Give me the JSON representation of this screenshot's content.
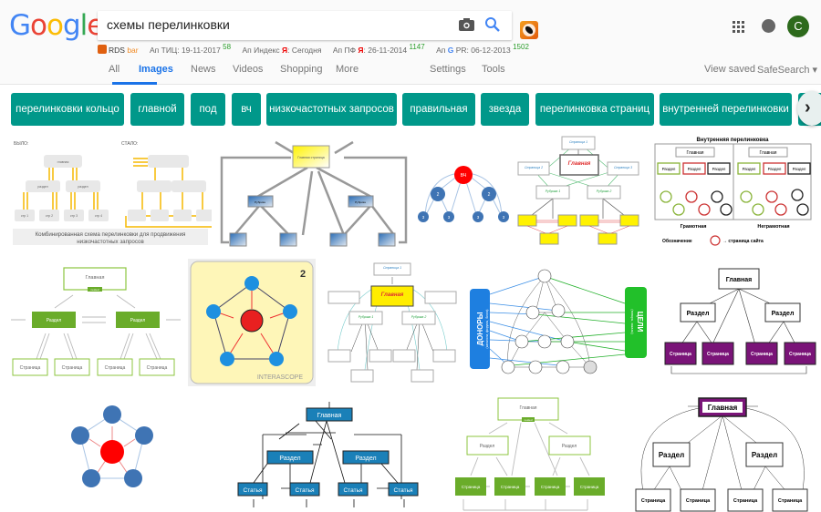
{
  "header": {
    "logo_letters": [
      {
        "ch": "G",
        "color": "#4285f4"
      },
      {
        "ch": "o",
        "color": "#ea4335"
      },
      {
        "ch": "o",
        "color": "#fbbc05"
      },
      {
        "ch": "g",
        "color": "#4285f4"
      },
      {
        "ch": "l",
        "color": "#34a853"
      },
      {
        "ch": "e",
        "color": "#ea4335"
      }
    ],
    "search_value": "схемы перелинковки",
    "camera_icon": "camera-icon",
    "search_icon": "magnifier-icon",
    "extension_icon": "rds-extension-icon"
  },
  "rds_bar": {
    "brand": "RDS",
    "brand_suffix": "bar",
    "tic_label": "Ап ТИЦ: 19-11-2017",
    "tic_value": "58",
    "index_label": "Ап Индекс",
    "index_ya": "Я",
    "index_value": ": Сегодня",
    "pf_label": "Ап ПФ",
    "pf_ya": "Я",
    "pf_date": ": 26-11-2014",
    "pf_value": "1147",
    "pr_label": "Ап",
    "pr_g": "G",
    "pr_date": "PR: 06-12-2013",
    "pr_value": "1502"
  },
  "tabs": {
    "all": "All",
    "images": "Images",
    "news": "News",
    "videos": "Videos",
    "shopping": "Shopping",
    "more": "More",
    "settings": "Settings",
    "tools": "Tools",
    "view_saved": "View saved",
    "safesearch": "SafeSearch ▾"
  },
  "account": {
    "avatar_letter": "C",
    "avatar_color": "#2d6a1c"
  },
  "chips": [
    "перелинковки кольцо",
    "главной",
    "под",
    "вч",
    "низкочастотных запросов",
    "правильная",
    "звезда",
    "перелинковка страниц",
    "внутренней перелинковки"
  ],
  "chip_color": "#00988a",
  "results": {
    "r1": {
      "before": "БЫЛО:",
      "after": "СТАЛО:",
      "main": "главная",
      "section": "раздел",
      "pages": [
        "стр 1",
        "стр 2",
        "стр 3",
        "стр 4"
      ],
      "caption_line1": "Комбинированная схема перелинковки для продвижения",
      "caption_line2": "низкочастотных запросов"
    },
    "r2": {
      "main": "Главная страница",
      "rubric": "Рубрика",
      "page": "Статья"
    },
    "r3": {
      "center": "ВЧ",
      "mid": "2",
      "leaf": "3"
    },
    "r4": {
      "top": "Страница 1",
      "main": "Главная",
      "left": "Страница 2",
      "right": "Страница 3",
      "rub1": "Рубрика 1",
      "rub2": "Рубрика 2"
    },
    "r5": {
      "title": "Внутренняя перелинковка",
      "main": "Главная",
      "section": "Раздел",
      "good": "Грамотная",
      "bad": "Неграмотная",
      "legend": "Обозначение",
      "legend_suffix": "→ страница сайта"
    },
    "r6": {
      "main": "Главная",
      "badge": "nested",
      "section": "Раздел",
      "page": "Страница"
    },
    "r7": {
      "number": "2",
      "brand": "INTERASCOPE"
    },
    "r8": {
      "main": "Главная",
      "top": "Страница 1",
      "rub1": "Рубрика 1",
      "rub2": "Рубрика 2",
      "article": "Статья"
    },
    "r9": {
      "donors": "ДОНОРЫ",
      "donors_sub": "(каталоги, форумы, блоги)",
      "goals": "ЦЕЛИ",
      "goals_sub": "(товары, заказы)"
    },
    "r10": {
      "main": "Главная",
      "section": "Раздел",
      "page": "Страница"
    },
    "r12": {
      "main": "Главная",
      "section": "Раздел",
      "article": "Статья"
    },
    "r13": {
      "main": "Главная",
      "badge": "nested",
      "section": "Раздел",
      "page": "Страница"
    },
    "r14": {
      "main": "Главная",
      "section": "Раздел",
      "page": "Страница"
    }
  }
}
